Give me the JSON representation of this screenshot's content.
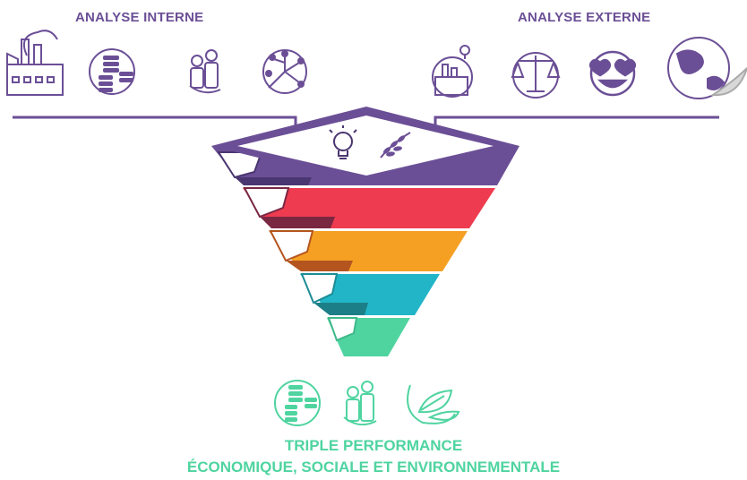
{
  "internal_analysis": {
    "title": "ANALYSE INTERNE",
    "icons": [
      "factory-icon",
      "coins-icon",
      "people-icon",
      "network-tree-icon"
    ]
  },
  "external_analysis": {
    "title": "ANALYSE EXTERNE",
    "icons": [
      "factory-lightbulb-icon",
      "balance-scale-icon",
      "heart-eyes-emoji-icon",
      "globe-leaf-icon"
    ]
  },
  "funnel": {
    "top_icons": [
      "lightbulb-icon",
      "wheat-icon"
    ],
    "layer_colors": [
      "#6b4f96",
      "#ee3b4f",
      "#f5a023",
      "#21b5c7",
      "#4fd4a0"
    ]
  },
  "outcome": {
    "icons": [
      "coins-icon",
      "people-icon",
      "leaf-icon"
    ],
    "line1": "TRIPLE PERFORMANCE",
    "line2": "ÉCONOMIQUE, SOCIALE ET ENVIRONNEMENTALE"
  },
  "colors": {
    "purple": "#6b4f96",
    "green": "#4fd4a0"
  }
}
